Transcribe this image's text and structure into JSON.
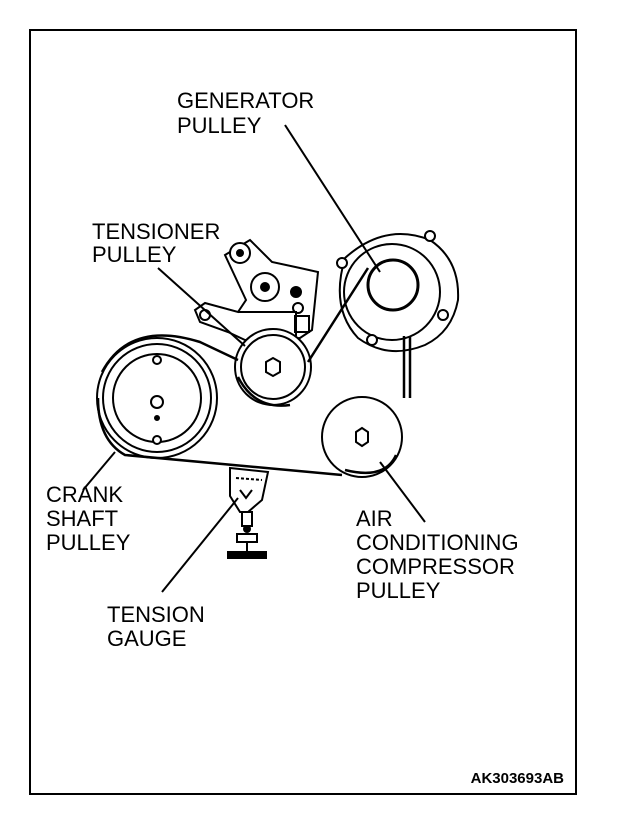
{
  "labels": {
    "generator": [
      "GENERATOR",
      "PULLEY"
    ],
    "tensioner": [
      "TENSIONER",
      "PULLEY"
    ],
    "crank": [
      "CRANK",
      "SHAFT",
      "PULLEY"
    ],
    "ac": [
      "AIR",
      "CONDITIONING",
      "COMPRESSOR",
      "PULLEY"
    ],
    "gauge": [
      "TENSION",
      "GAUGE"
    ]
  },
  "figure_code": "AK303693AB"
}
